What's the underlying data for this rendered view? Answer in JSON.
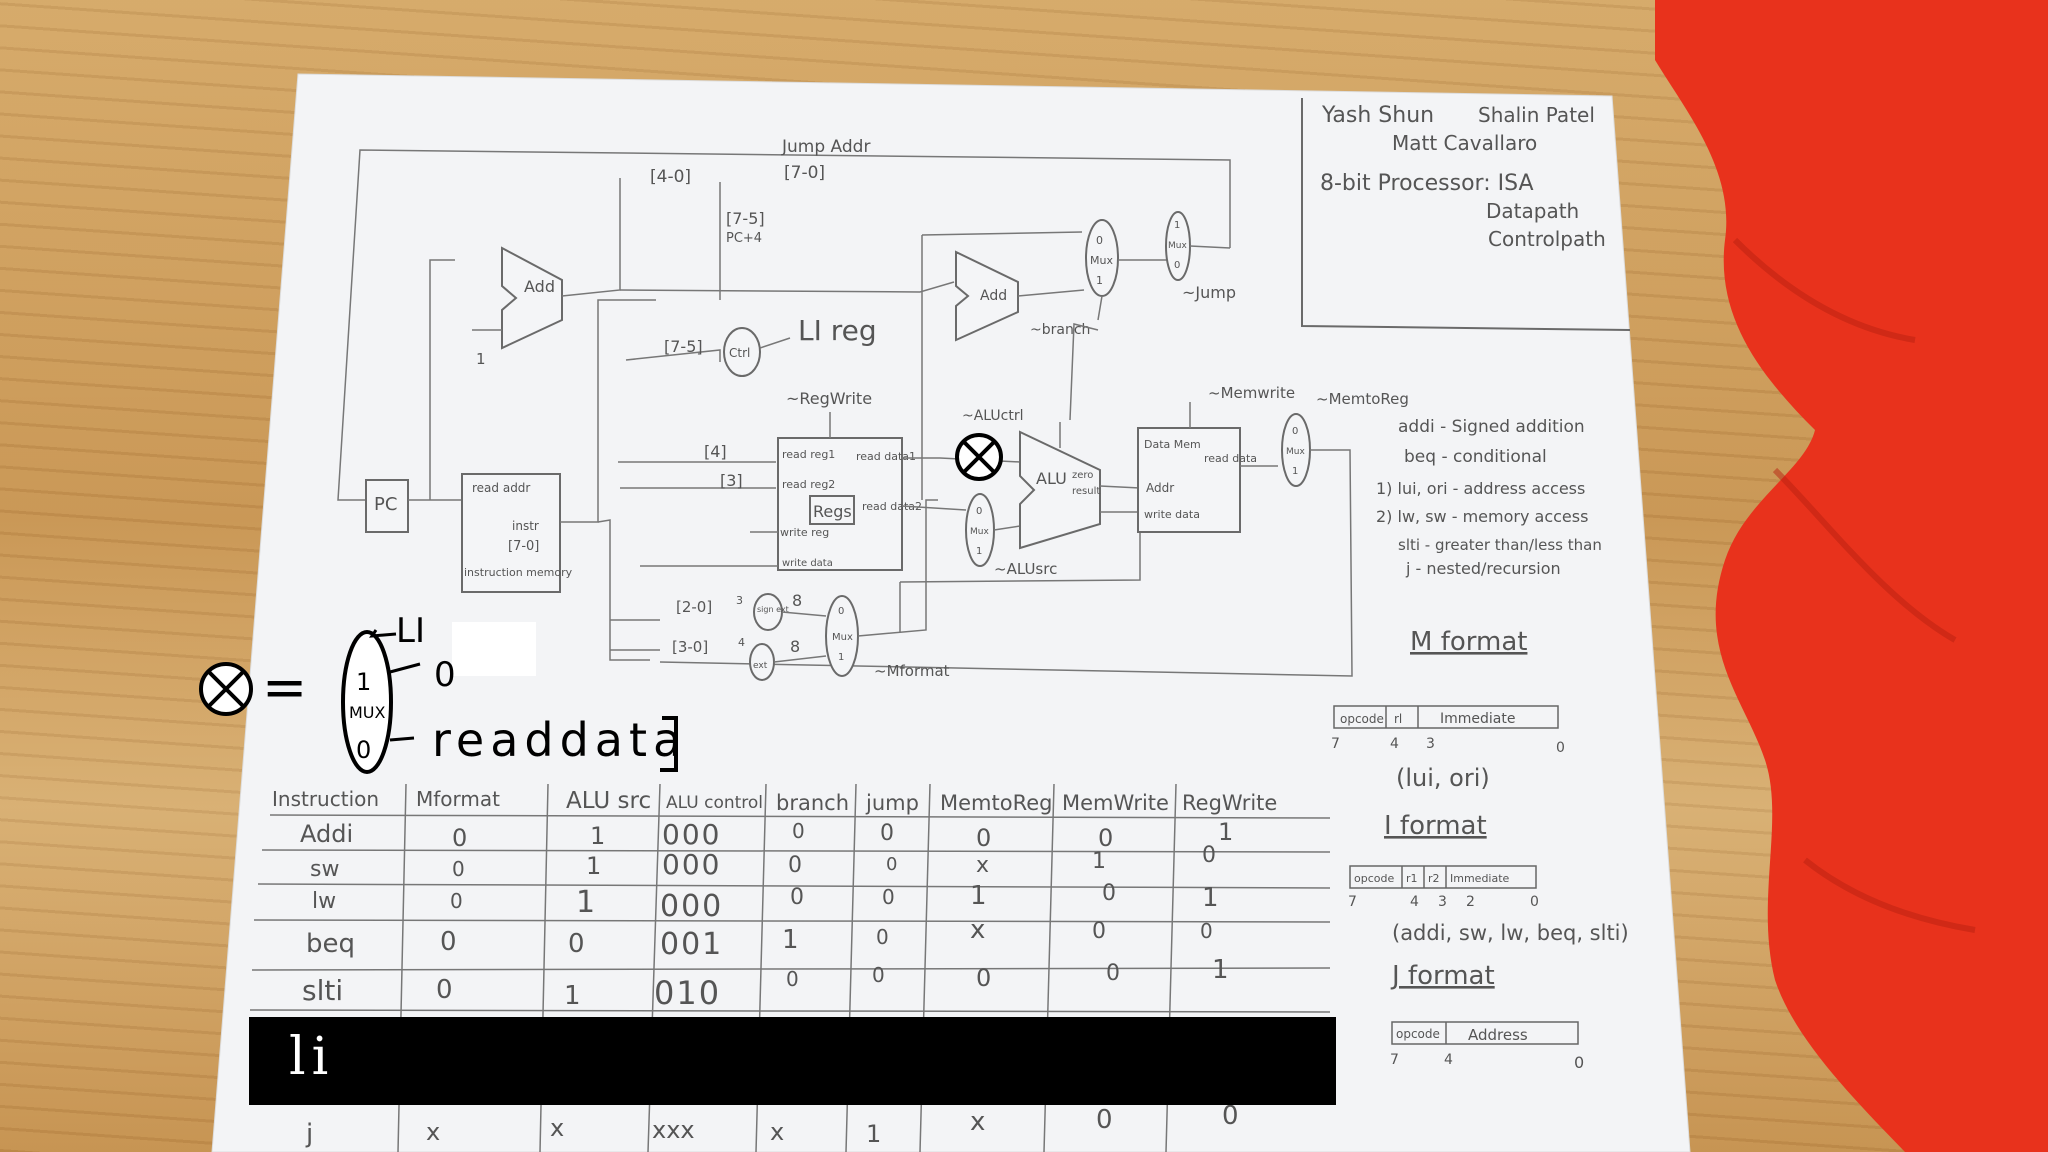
{
  "authors": [
    "Yash Shun",
    "Shalin Patel",
    "Matt Cavallaro"
  ],
  "title_lines": [
    "8-bit Processor: ISA",
    "Datapath",
    "Controlpath"
  ],
  "datapath": {
    "pc": "PC",
    "add1": "Add",
    "one": "1",
    "jump_addr": "Jump Addr",
    "bits_4_0": "[4-0]",
    "bits_7_0": "[7-0]",
    "bits_7_5_top": "[7-5]",
    "pc4": "PC+4",
    "add2": "Add",
    "mux_top": "Mux",
    "mux_jump": "Mux",
    "jump_ctrl": "~Jump",
    "branch_ctrl": "~branch",
    "bits_7_5_mid": "[7-5]",
    "ctrl": "Ctrl",
    "li_reg": "LI reg",
    "regwrite_ctrl": "~RegWrite",
    "bits_4": "[4]",
    "bits_3": "[3]",
    "read_reg1": "read reg1",
    "read_reg2": "read reg2",
    "write_reg": "write reg",
    "write_data": "write data",
    "regs": "Regs",
    "read_data1": "read data1",
    "read_data2": "read data2",
    "read_addr": "read addr",
    "instr": "instr",
    "instr_bits": "[7-0]",
    "instr_mem": "instruction memory",
    "aluctrl_ctrl": "~ALUctrl",
    "alu": "ALU",
    "alu_result": "result",
    "zero": "zero",
    "mux_alusrc": "Mux",
    "alusrc_ctrl": "~ALUsrc",
    "memwrite_ctrl": "~Memwrite",
    "memtoreg_ctrl": "~MemtoReg",
    "data_mem": "Data Mem",
    "addr": "Addr",
    "read_data": "read data",
    "mem_write_data": "write data",
    "mux_memtoreg": "Mux",
    "bits_2_0": "[2-0]",
    "bits_3_0": "[3-0]",
    "sign_ext": "sign ext",
    "ext": "ext",
    "eight_a": "8",
    "eight_b": "8",
    "three": "3",
    "four": "4",
    "mux_mformat": "Mux",
    "mformat_ctrl": "~Mformat",
    "mux_labels": {
      "zero": "0",
      "one": "1"
    }
  },
  "legend": {
    "equals": "=",
    "mux_top": "1",
    "mux_word": "MUX",
    "mux_bottom": "0",
    "li_label": "LI",
    "zero_label": "0",
    "readdata_label": "readdata"
  },
  "notes": [
    "addi - Signed addition",
    "beq - conditional",
    "1) lui, ori - address access",
    "2) lw, sw - memory access",
    "slti - greater than/less than",
    "j - nested/recursion"
  ],
  "formats": {
    "m_title": "M format",
    "m_fields": [
      "opcode",
      "rl",
      "Immediate"
    ],
    "m_bits": [
      "7",
      "4",
      "3",
      "0"
    ],
    "m_ops": "(lui, ori)",
    "i_title": "I format",
    "i_fields": [
      "opcode",
      "r1",
      "r2",
      "Immediate"
    ],
    "i_bits": [
      "7",
      "4",
      "3",
      "2",
      "0"
    ],
    "i_ops": "(addi, sw, lw, beq, slti)",
    "j_title": "J format",
    "j_fields": [
      "opcode",
      "Address"
    ],
    "j_bits": [
      "7",
      "4",
      "0"
    ]
  },
  "table": {
    "headers": [
      "Instruction",
      "Mformat",
      "ALU src",
      "ALU control",
      "branch",
      "jump",
      "MemtoReg",
      "MemWrite",
      "RegWrite"
    ],
    "rows": [
      [
        "Addi",
        "0",
        "1",
        "000",
        "0",
        "0",
        "0",
        "0",
        "1"
      ],
      [
        "sw",
        "0",
        "1",
        "000",
        "0",
        "0",
        "x",
        "1",
        "0"
      ],
      [
        "lw",
        "0",
        "1",
        "000",
        "0",
        "0",
        "1",
        "0",
        "1"
      ],
      [
        "beq",
        "0",
        "0",
        "001",
        "1",
        "0",
        "x",
        "0",
        "0"
      ],
      [
        "slti",
        "0",
        "1",
        "010",
        "0",
        "0",
        "0",
        "0",
        "1"
      ],
      [
        "j",
        "x",
        "x",
        "xxx",
        "x",
        "1",
        "x",
        "0",
        "0"
      ]
    ]
  },
  "redaction_text": "li"
}
